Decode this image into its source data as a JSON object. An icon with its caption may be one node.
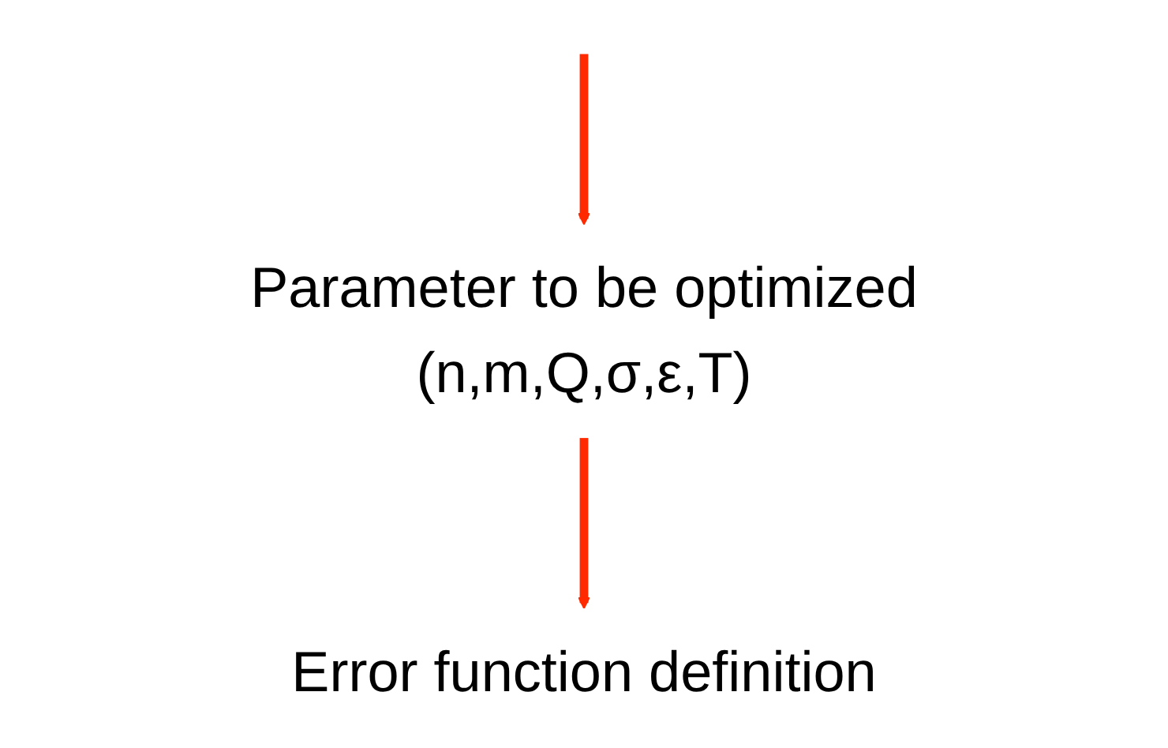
{
  "diagram": {
    "nodes": [
      {
        "text": [
          "Parameter to be optimized",
          "(n,m,Q,σ,ε,T)"
        ]
      },
      {
        "text": [
          "Error function definition"
        ]
      }
    ],
    "edges": [
      {
        "from": null,
        "to": 0,
        "arrow": "to"
      },
      {
        "from": 0,
        "to": 1,
        "arrow": "to"
      }
    ]
  }
}
